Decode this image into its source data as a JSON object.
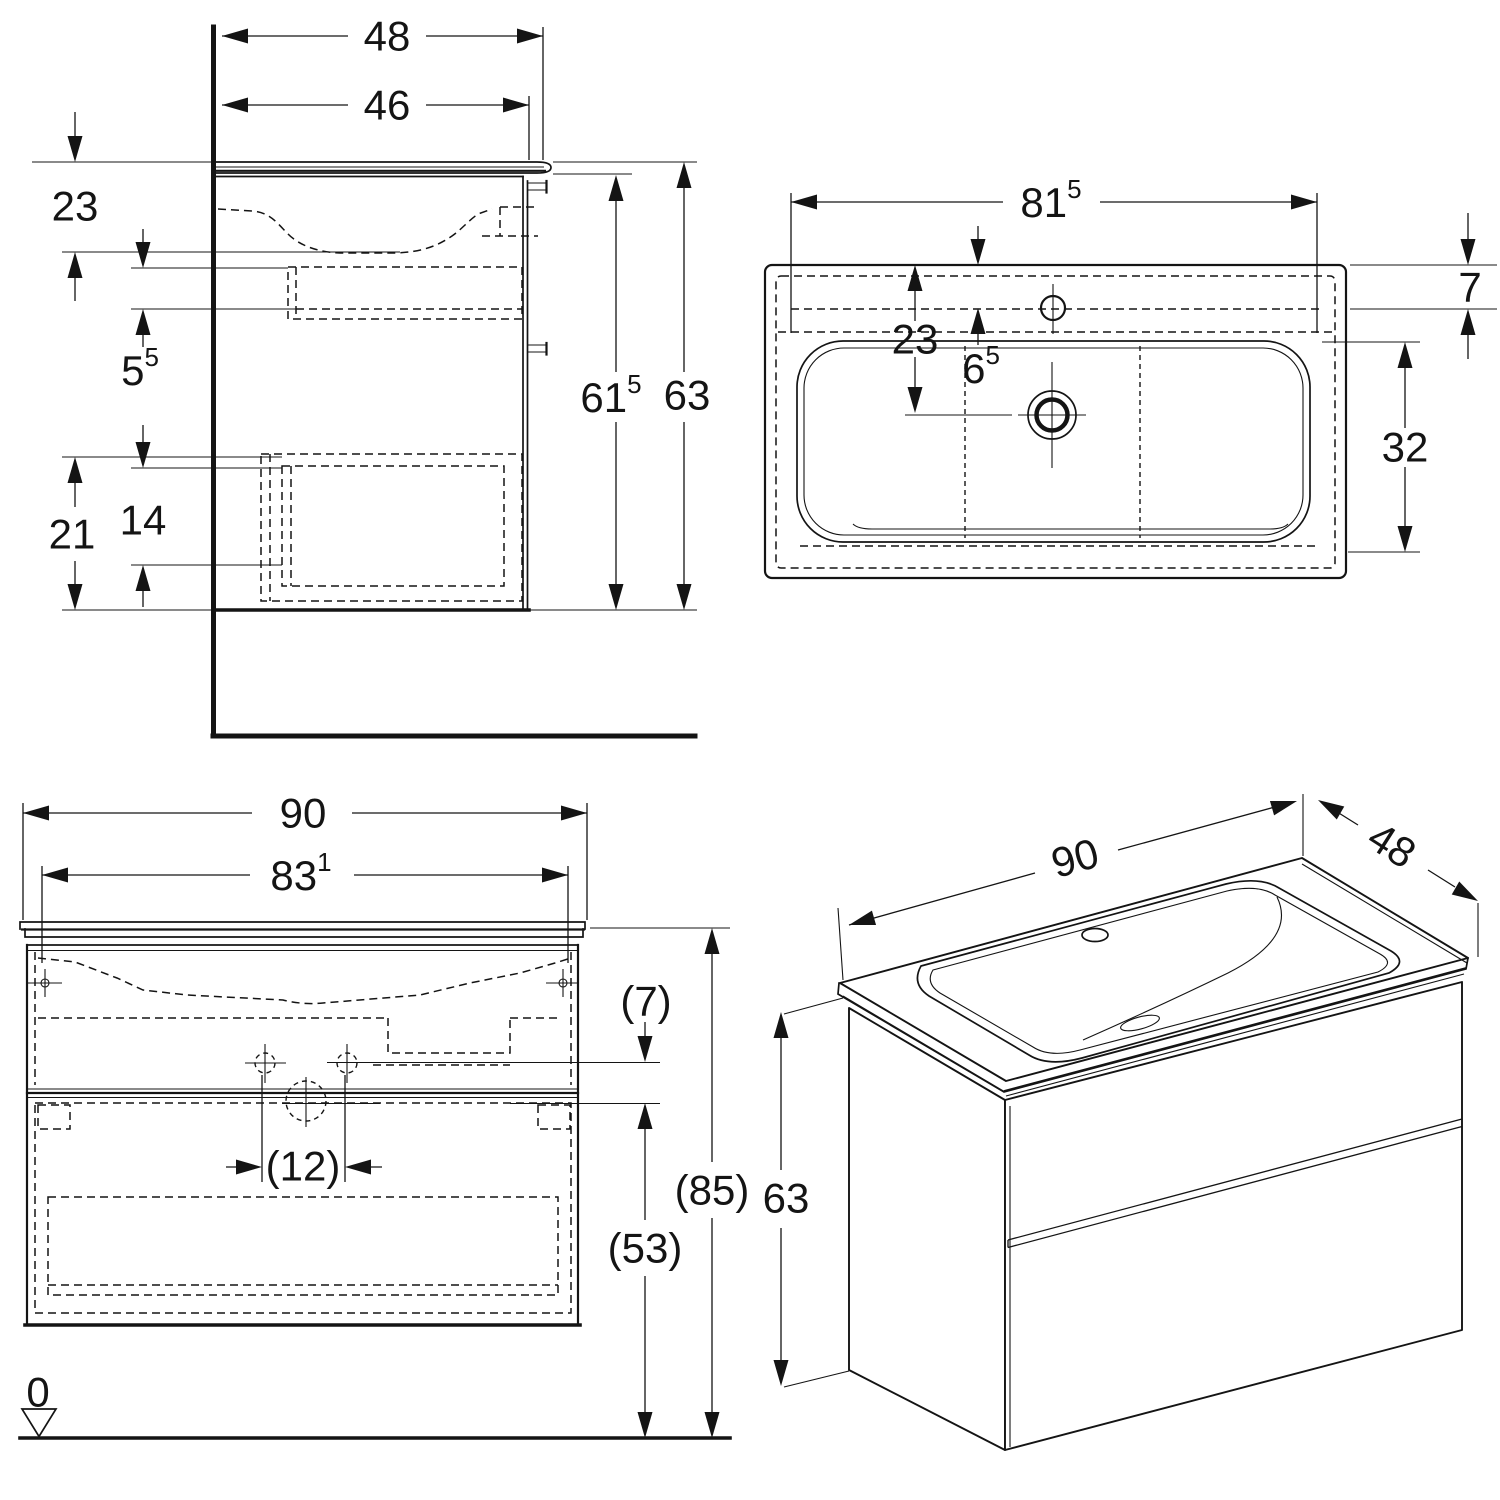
{
  "side": {
    "d48": "48",
    "d46": "46",
    "d23": "23",
    "d55": {
      "main": "5",
      "sup": "5"
    },
    "d21": "21",
    "d14": "14",
    "d615": {
      "main": "61",
      "sup": "5"
    },
    "d63": "63"
  },
  "plan": {
    "d815": {
      "main": "81",
      "sup": "5"
    },
    "d7": "7",
    "d23": "23",
    "d65": {
      "main": "6",
      "sup": "5"
    },
    "d32": "32"
  },
  "front": {
    "d90": "90",
    "d831": {
      "main": "83",
      "sup": "1"
    },
    "d12": "(12)",
    "d7": "(7)",
    "d85": "(85)",
    "d53": "(53)",
    "datum": "0"
  },
  "iso": {
    "d90": "90",
    "d48": "48",
    "d63": "63"
  }
}
